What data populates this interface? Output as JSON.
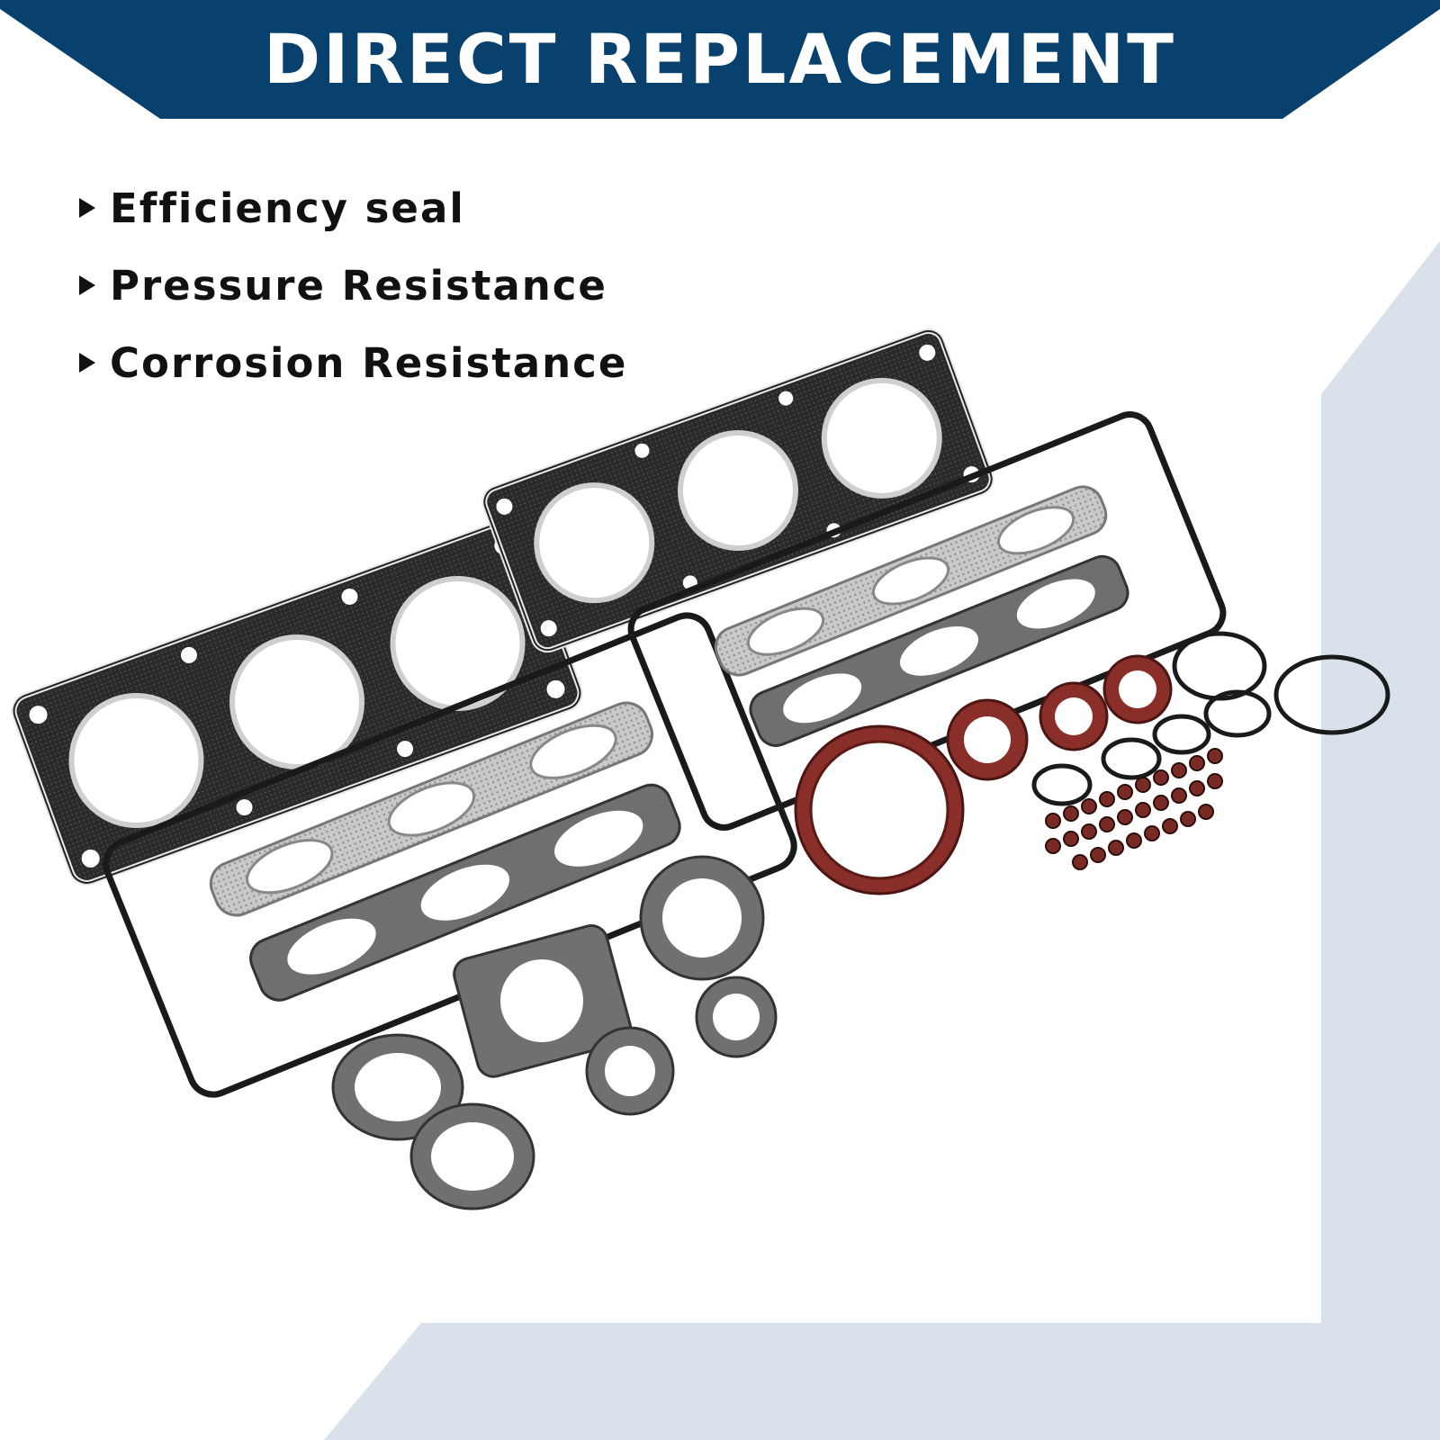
{
  "banner": {
    "title": "DIRECT REPLACEMENT",
    "color": "#08406e"
  },
  "features": [
    {
      "label": "Efficiency seal"
    },
    {
      "label": "Pressure Resistance"
    },
    {
      "label": "Corrosion Resistance"
    }
  ],
  "colors": {
    "background": "#ffffff",
    "accent_panel": "#d9e1ea",
    "gasket_dark": "#1a1a1a",
    "gasket_gray": "#6f6f6f",
    "seal_red": "#8a2e2a",
    "mesh_gray": "#b9b9b9"
  },
  "product": {
    "icon": "engine-gasket-kit-image"
  }
}
